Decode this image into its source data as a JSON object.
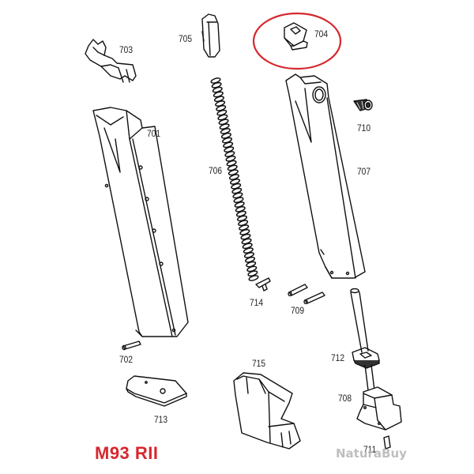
{
  "title": "M93 RII",
  "title_color": "#d6272e",
  "highlight_color": "#d6272e",
  "watermark": "NaturaBuy",
  "highlighted_part": "704",
  "parts": [
    {
      "id": "701",
      "name": "magazine body (left)",
      "label": "701"
    },
    {
      "id": "702",
      "name": "pin",
      "label": "702"
    },
    {
      "id": "703",
      "name": "magazine lip",
      "label": "703"
    },
    {
      "id": "704",
      "name": "nozzle seat",
      "label": "704"
    },
    {
      "id": "705",
      "name": "follower",
      "label": "705"
    },
    {
      "id": "706",
      "name": "follower spring",
      "label": "706"
    },
    {
      "id": "707",
      "name": "magazine body (right)",
      "label": "707"
    },
    {
      "id": "708",
      "name": "gas valve base",
      "label": "708"
    },
    {
      "id": "709",
      "name": "pins",
      "label": "709"
    },
    {
      "id": "710",
      "name": "gas valve",
      "label": "710"
    },
    {
      "id": "711",
      "name": "small pin",
      "label": "711"
    },
    {
      "id": "712",
      "name": "seal gasket",
      "label": "712"
    },
    {
      "id": "713",
      "name": "base plate",
      "label": "713"
    },
    {
      "id": "714",
      "name": "lever",
      "label": "714"
    },
    {
      "id": "715",
      "name": "base cover",
      "label": "715"
    }
  ]
}
